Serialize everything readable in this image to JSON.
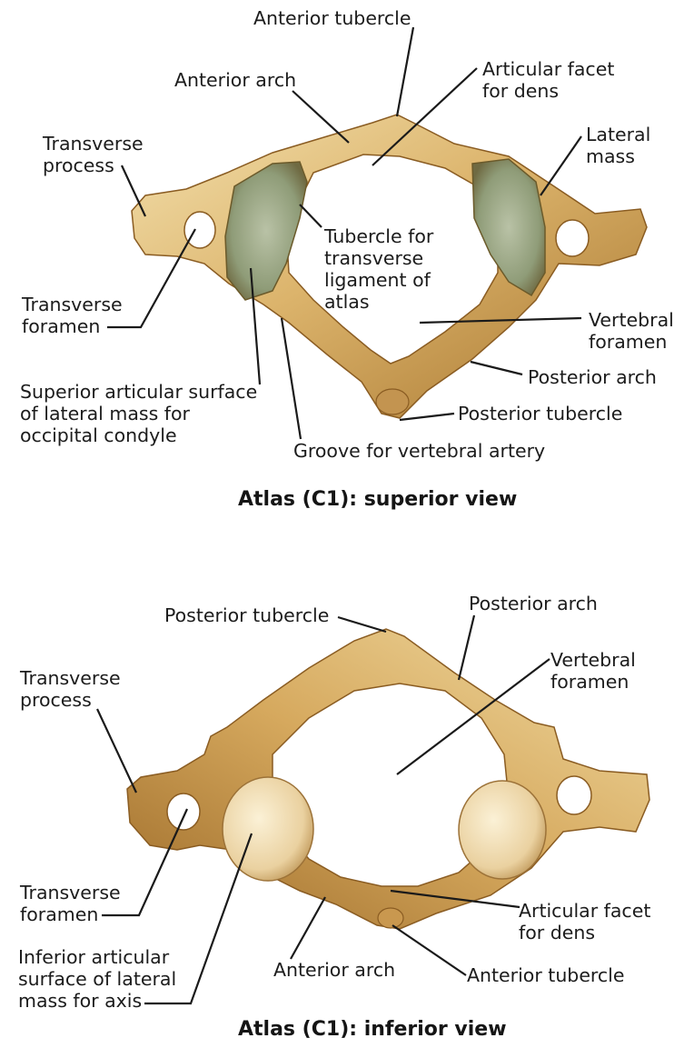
{
  "superior": {
    "caption": "Atlas (C1): superior view",
    "labels": {
      "anterior_tubercle": "Anterior tubercle",
      "anterior_arch": "Anterior arch",
      "articular_facet": "Articular facet\nfor dens",
      "transverse_process": "Transverse\nprocess",
      "lateral_mass": "Lateral\nmass",
      "tubercle_transverse_ligament": "Tubercle for\ntransverse\nligament of\natlas",
      "transverse_foramen": "Transverse\nforamen",
      "vertebral_foramen": "Vertebral\nforamen",
      "posterior_arch": "Posterior arch",
      "superior_articular_surface": "Superior articular surface\nof lateral mass for\noccipital condyle",
      "posterior_tubercle": "Posterior tubercle",
      "groove_vertebral_artery": "Groove for vertebral artery"
    }
  },
  "inferior": {
    "caption": "Atlas (C1): inferior view",
    "labels": {
      "posterior_tubercle": "Posterior tubercle",
      "posterior_arch": "Posterior arch",
      "vertebral_foramen": "Vertebral\nforamen",
      "transverse_process": "Transverse\nprocess",
      "transverse_foramen": "Transverse\nforamen",
      "articular_facet": "Articular facet\nfor dens",
      "inferior_articular_surface": "Inferior articular\nsurface of lateral\nmass for axis",
      "anterior_arch": "Anterior arch",
      "anterior_tubercle": "Anterior tubercle"
    }
  },
  "colors": {
    "bone_light": "#f0d9a0",
    "bone_mid": "#d9ae62",
    "bone_dark": "#9a6a2a",
    "facet_superior": "#9aa886",
    "facet_inferior": "#f2e0b8",
    "leader_line": "#1a1a1a"
  }
}
